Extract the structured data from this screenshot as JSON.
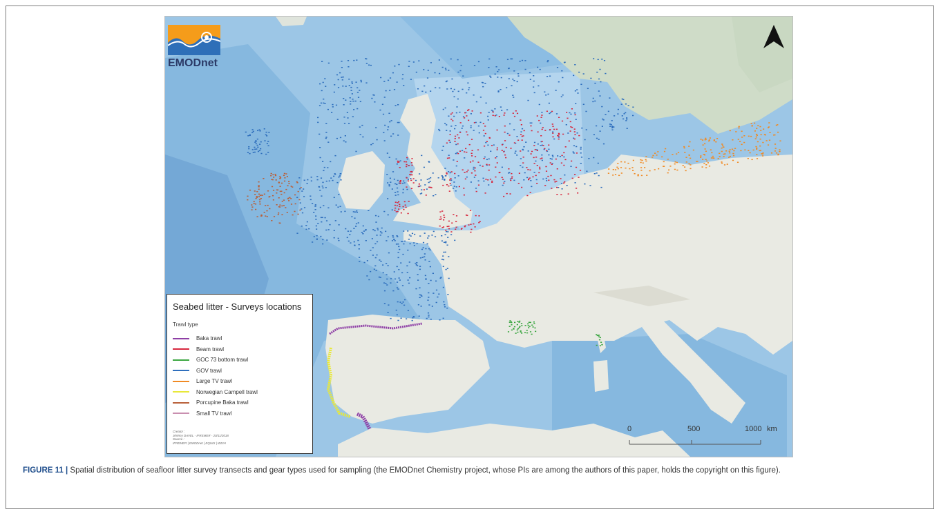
{
  "logo": {
    "text": "EMODnet"
  },
  "legend": {
    "title": "Seabed litter - Surveys locations",
    "subtitle": "Trawl type",
    "items": [
      {
        "label": "Baka trawl",
        "color": "#8e3fa6"
      },
      {
        "label": "Beam trawl",
        "color": "#d7263d"
      },
      {
        "label": "GOC 73 bottom trawl",
        "color": "#3aa640"
      },
      {
        "label": "GOV trawl",
        "color": "#2f6fbd"
      },
      {
        "label": "Large TV trawl",
        "color": "#f08a24"
      },
      {
        "label": "Norwegian Campell trawl",
        "color": "#e8e83a"
      },
      {
        "label": "Porcupine Baka trawl",
        "color": "#b9603a"
      },
      {
        "label": "Small TV trawl",
        "color": "#c98fb0"
      }
    ],
    "credit_lines": [
      "Creator :",
      "Jérémy DAVEL - IFREMER - 20/11/2018",
      "Source :",
      "IFREMER | EMODnet | EQUIS | IEEIH"
    ]
  },
  "scale": {
    "labels": [
      "0",
      "500",
      "1000"
    ],
    "unit": "km"
  },
  "caption": {
    "label": "FIGURE 11 |",
    "text": "Spatial distribution of seafloor litter survey transects and gear types used for sampling (the EMODnet Chemistry project, whose PIs are among the authors of this paper, holds the copyright on this figure)."
  },
  "colors": {
    "sea": "#9cc6e6",
    "deep_sea": "#7fb2dc",
    "land": "#e9eae3",
    "scandinavia": "#cfdcc8"
  }
}
